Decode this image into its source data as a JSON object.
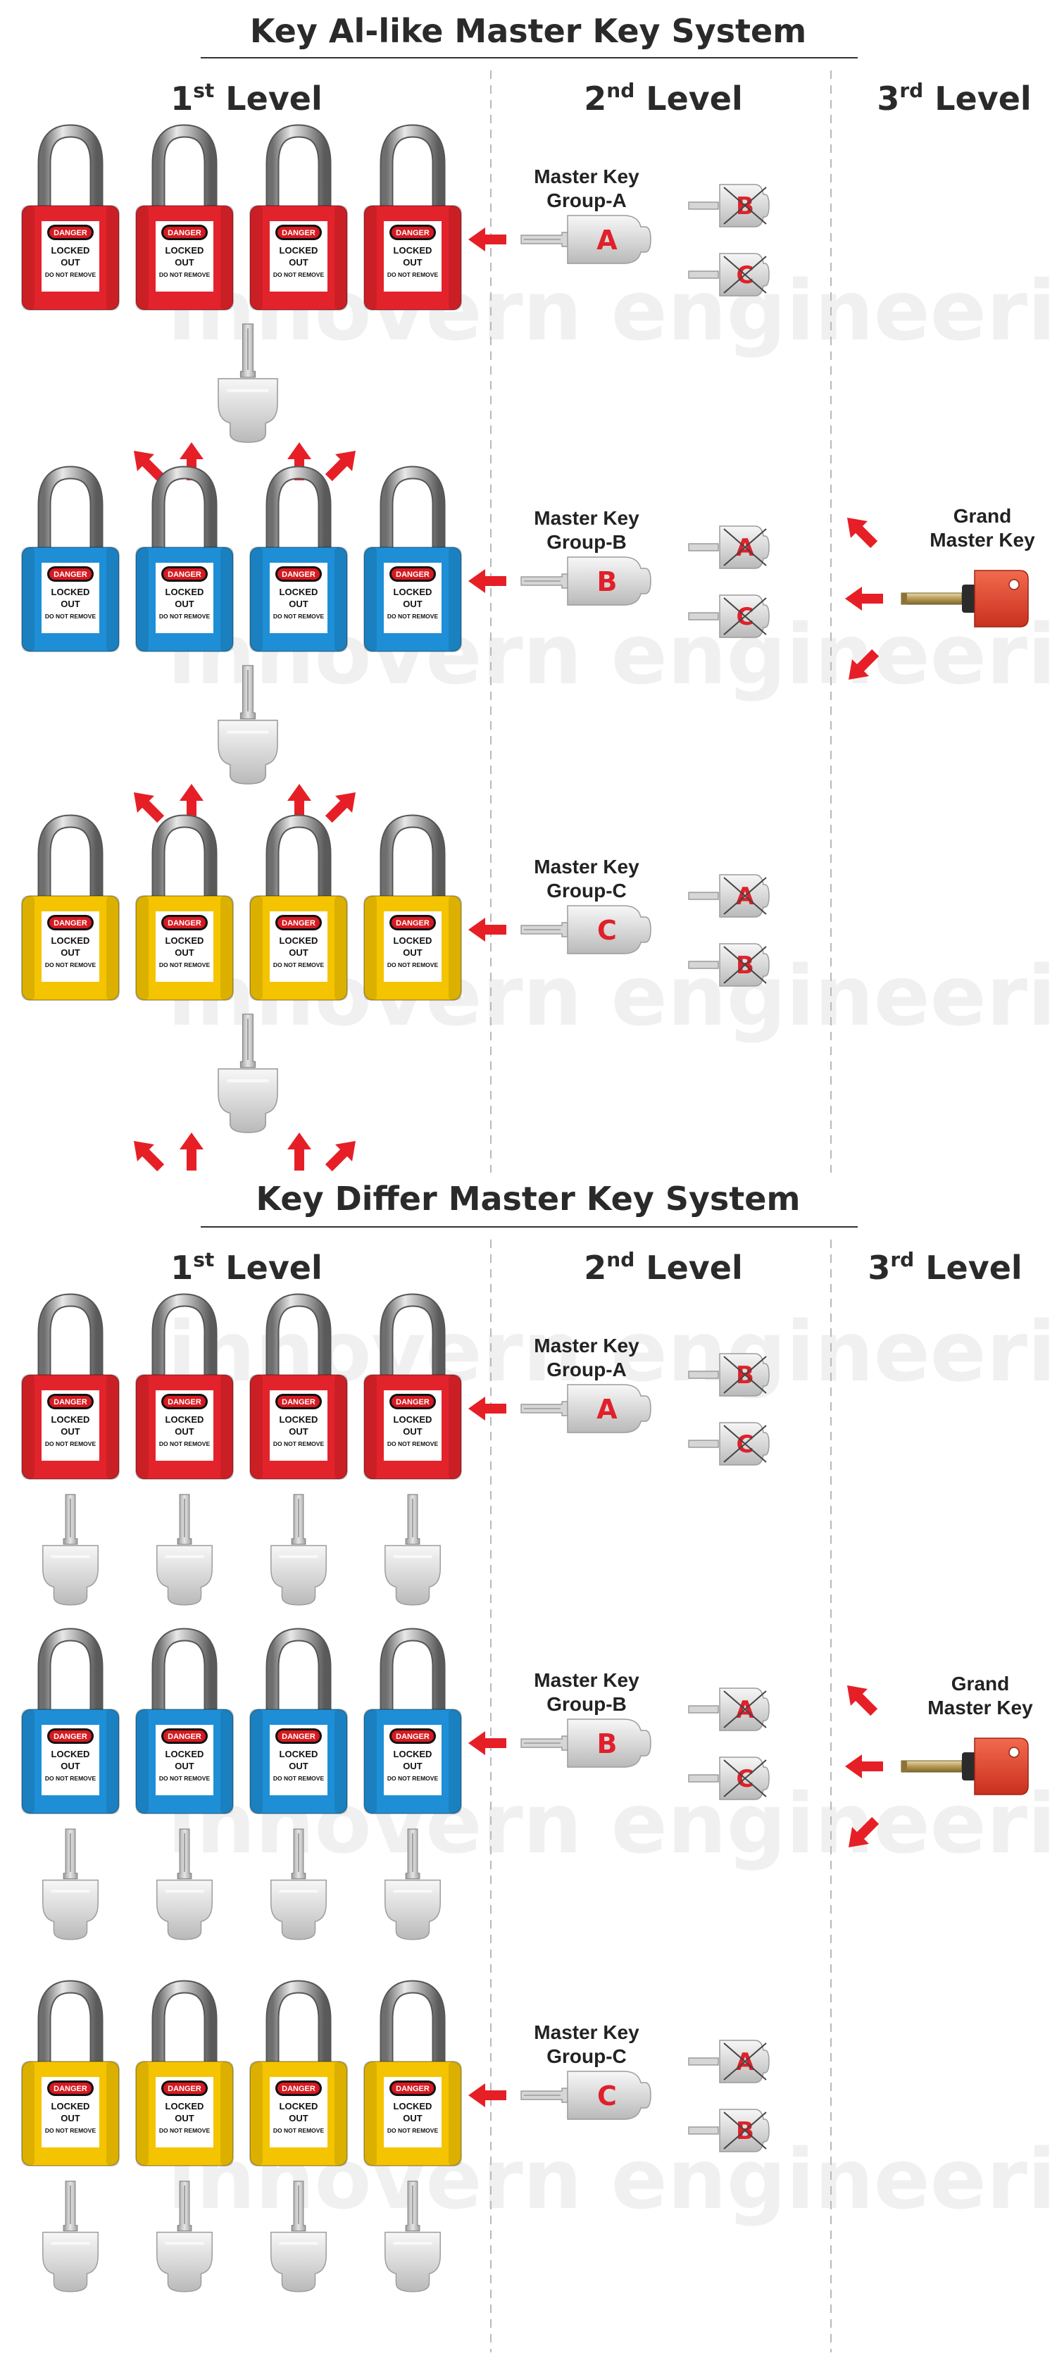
{
  "watermark_text": "innovern engineering",
  "colors": {
    "red": "#e3232b",
    "blue": "#1e8fd6",
    "yellow": "#f4c400",
    "arrow": "#e61f26",
    "key_letter": "#e0202a",
    "divider": "#b9b9b9"
  },
  "sections": [
    {
      "title": "Key Al-like Master Key System",
      "lock_keys": "shared",
      "levels": [
        {
          "num": "1",
          "suffix": "st",
          "word": " Level"
        },
        {
          "num": "2",
          "suffix": "nd",
          "word": " Level"
        },
        {
          "num": "3",
          "suffix": "rd",
          "word": " Level"
        }
      ],
      "groups": [
        {
          "color": "red",
          "mk_line1": "Master Key",
          "mk_line2": "Group-A",
          "letter": "A",
          "crossed": [
            "B",
            "C"
          ]
        },
        {
          "color": "blue",
          "mk_line1": "Master Key",
          "mk_line2": "Group-B",
          "letter": "B",
          "crossed": [
            "A",
            "C"
          ]
        },
        {
          "color": "yellow",
          "mk_line1": "Master Key",
          "mk_line2": "Group-C",
          "letter": "C",
          "crossed": [
            "A",
            "B"
          ]
        }
      ],
      "grand": {
        "line1": "Grand",
        "line2": "Master Key"
      }
    },
    {
      "title": "Key Differ Master Key System",
      "lock_keys": "individual",
      "levels": [
        {
          "num": "1",
          "suffix": "st",
          "word": " Level"
        },
        {
          "num": "2",
          "suffix": "nd",
          "word": " Level"
        },
        {
          "num": "3",
          "suffix": "rd",
          "word": " Level"
        }
      ],
      "groups": [
        {
          "color": "red",
          "mk_line1": "Master Key",
          "mk_line2": "Group-A",
          "letter": "A",
          "crossed": [
            "B",
            "C"
          ]
        },
        {
          "color": "blue",
          "mk_line1": "Master Key",
          "mk_line2": "Group-B",
          "letter": "B",
          "crossed": [
            "A",
            "C"
          ]
        },
        {
          "color": "yellow",
          "mk_line1": "Master Key",
          "mk_line2": "Group-C",
          "letter": "C",
          "crossed": [
            "A",
            "B"
          ]
        }
      ],
      "grand": {
        "line1": "Grand",
        "line2": "Master Key"
      }
    }
  ],
  "padlock_label": {
    "danger": "DANGER",
    "line1": "LOCKED",
    "line2": "OUT",
    "line3": "DO NOT REMOVE"
  }
}
